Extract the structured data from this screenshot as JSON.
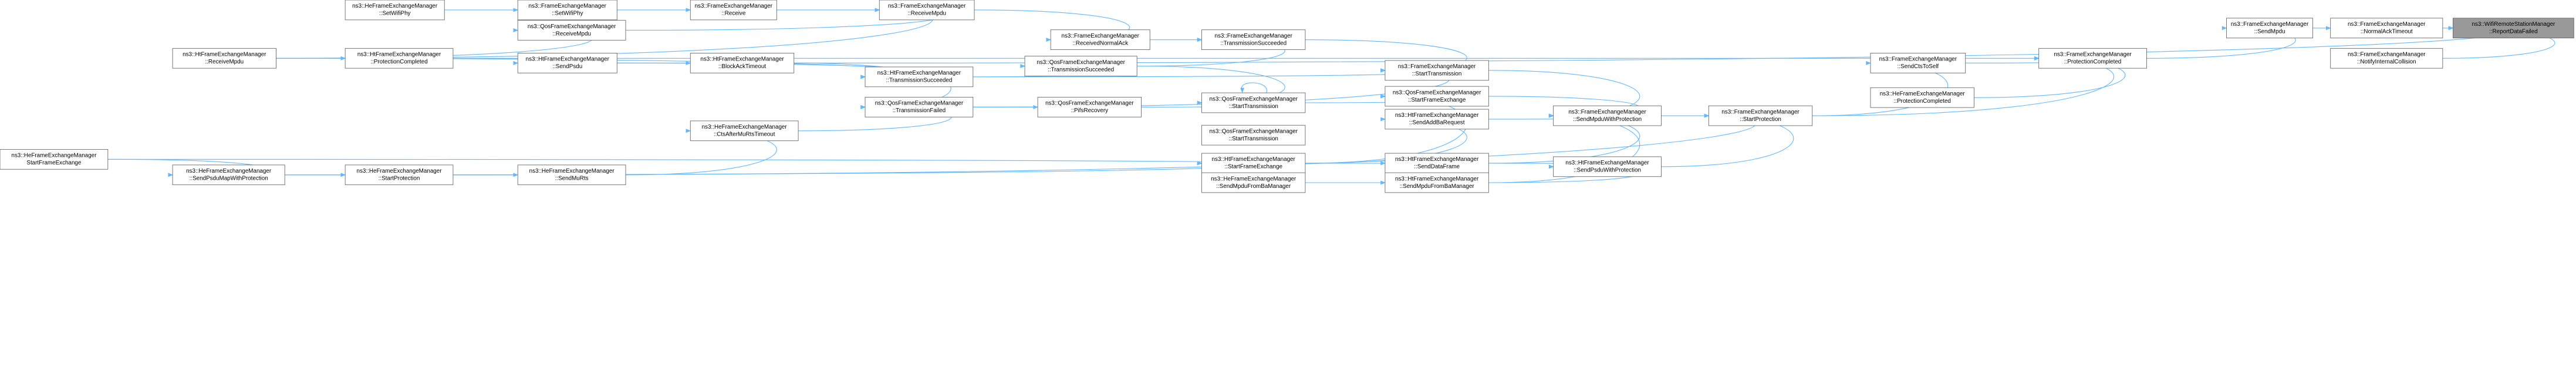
{
  "graph": {
    "title": "ns3::WifiRemoteStationManager::ReportDataFailed",
    "nodes": [
      {
        "id": "report_data_failed",
        "lines": [
          "ns3::WifiRemoteStationManager",
          "::ReportDataFailed"
        ],
        "focus": true
      },
      {
        "id": "fem_normal_ack_timeout",
        "lines": [
          "ns3::FrameExchangeManager",
          "::NormalAckTimeout"
        ]
      },
      {
        "id": "fem_notify_internal_collision",
        "lines": [
          "ns3::FrameExchangeManager",
          "::NotifyInternalCollision"
        ]
      },
      {
        "id": "fem_send_mpdu",
        "lines": [
          "ns3::FrameExchangeManager",
          "::SendMpdu"
        ]
      },
      {
        "id": "fem_protection_completed",
        "lines": [
          "ns3::FrameExchangeManager",
          "::ProtectionCompleted"
        ]
      },
      {
        "id": "fem_send_cts_to_self",
        "lines": [
          "ns3::FrameExchangeManager",
          "::SendCtsToSelf"
        ]
      },
      {
        "id": "hefem_protection_completed",
        "lines": [
          "ns3::HeFrameExchangeManager",
          "::ProtectionCompleted"
        ]
      },
      {
        "id": "fem_start_protection",
        "lines": [
          "ns3::FrameExchangeManager",
          "::StartProtection"
        ]
      },
      {
        "id": "fem_send_mpdu_with_protection",
        "lines": [
          "ns3::FrameExchangeManager",
          "::SendMpduWithProtection"
        ]
      },
      {
        "id": "htfem_send_psdu_with_protection",
        "lines": [
          "ns3::HtFrameExchangeManager",
          "::SendPsduWithProtection"
        ]
      },
      {
        "id": "fem_start_transmission",
        "lines": [
          "ns3::FrameExchangeManager",
          "::StartTransmission"
        ]
      },
      {
        "id": "qfem_start_frame_exchange",
        "lines": [
          "ns3::QosFrameExchangeManager",
          "::StartFrameExchange"
        ]
      },
      {
        "id": "htfem_send_addba_request",
        "lines": [
          "ns3::HtFrameExchangeManager",
          "::SendAddBaRequest"
        ]
      },
      {
        "id": "htfem_send_data_frame",
        "lines": [
          "ns3::HtFrameExchangeManager",
          "::SendDataFrame"
        ]
      },
      {
        "id": "htfem_send_mpdu_from_ba_manager",
        "lines": [
          "ns3::HtFrameExchangeManager",
          "::SendMpduFromBaManager"
        ]
      },
      {
        "id": "fem_transmission_succeeded",
        "lines": [
          "ns3::FrameExchangeManager",
          "::TransmissionSucceeded"
        ]
      },
      {
        "id": "qfem_start_transmission",
        "lines": [
          "ns3::QosFrameExchangeManager",
          "::StartTransmission"
        ]
      },
      {
        "id": "qfem_start_transmission_2",
        "lines": [
          "ns3::QosFrameExchangeManager",
          "::StartTransmission"
        ]
      },
      {
        "id": "htfem_start_frame_exchange",
        "lines": [
          "ns3::HtFrameExchangeManager",
          "::StartFrameExchange"
        ]
      },
      {
        "id": "hefem_send_mpdu_from_ba_manager",
        "lines": [
          "ns3::HeFrameExchangeManager",
          "::SendMpduFromBaManager"
        ]
      },
      {
        "id": "fem_receive_mpdu",
        "lines": [
          "ns3::FrameExchangeManager",
          "::ReceiveMpdu"
        ]
      },
      {
        "id": "fem_received_normal_ack",
        "lines": [
          "ns3::FrameExchangeManager",
          "::ReceivedNormalAck"
        ]
      },
      {
        "id": "qfem_transmission_succeeded",
        "lines": [
          "ns3::QosFrameExchangeManager",
          "::TransmissionSucceeded"
        ]
      },
      {
        "id": "qfem_ifrs_recovery",
        "lines": [
          "ns3::QosFrameExchangeManager",
          "::PifsRecovery"
        ]
      },
      {
        "id": "fem_receive",
        "lines": [
          "ns3::FrameExchangeManager",
          "::Receive"
        ]
      },
      {
        "id": "qfem_receive_mpdu",
        "lines": [
          "ns3::QosFrameExchangeManager",
          "::ReceiveMpdu"
        ]
      },
      {
        "id": "htfem_block_ack_timeout",
        "lines": [
          "ns3::HtFrameExchangeManager",
          "::BlockAckTimeout"
        ]
      },
      {
        "id": "htfem_transmission_succeeded",
        "lines": [
          "ns3::HtFrameExchangeManager",
          "::TransmissionSucceeded"
        ]
      },
      {
        "id": "qfem_transmission_failed",
        "lines": [
          "ns3::QosFrameExchangeManager",
          "::TransmissionFailed"
        ]
      },
      {
        "id": "hefem_cts_after_mu_rts_timeout",
        "lines": [
          "ns3::HeFrameExchangeManager",
          "::CtsAfterMuRtsTimeout"
        ]
      },
      {
        "id": "hefem_send_mu_rts",
        "lines": [
          "ns3::HeFrameExchangeManager",
          "::SendMuRts"
        ]
      },
      {
        "id": "fem_set_wifi_phy",
        "lines": [
          "ns3::FrameExchangeManager",
          "::SetWifiPhy"
        ]
      },
      {
        "id": "htfem_send_psdu",
        "lines": [
          "ns3::HtFrameExchangeManager",
          "::SendPsdu"
        ]
      },
      {
        "id": "hefem_set_wifi_phy",
        "lines": [
          "ns3::HeFrameExchangeManager",
          "::SetWifiPhy"
        ]
      },
      {
        "id": "htfem_protection_completed",
        "lines": [
          "ns3::HtFrameExchangeManager",
          "::ProtectionCompleted"
        ]
      },
      {
        "id": "hefem_start_protection",
        "lines": [
          "ns3::HeFrameExchangeManager",
          "::StartProtection"
        ]
      },
      {
        "id": "htfem_receive_mpdu",
        "lines": [
          "ns3::HtFrameExchangeManager",
          "::ReceiveMpdu"
        ]
      },
      {
        "id": "hefem_send_psdu_map_with_protection",
        "lines": [
          "ns3::HeFrameExchangeManager",
          "::SendPsduMapWithProtection"
        ]
      },
      {
        "id": "hefem_start_frame_exchange",
        "lines": [
          "ns3::HeFrameExchangeManager",
          "StartFrameExchange"
        ]
      }
    ],
    "edges": [
      {
        "from": "fem_normal_ack_timeout",
        "to": "report_data_failed"
      },
      {
        "from": "fem_notify_internal_collision",
        "to": "report_data_failed"
      },
      {
        "from": "fem_send_mpdu",
        "to": "fem_normal_ack_timeout"
      },
      {
        "from": "fem_protection_completed",
        "to": "fem_send_mpdu"
      },
      {
        "from": "fem_send_cts_to_self",
        "to": "fem_protection_completed"
      },
      {
        "from": "hefem_protection_completed",
        "to": "fem_protection_completed"
      },
      {
        "from": "fem_start_protection",
        "to": "fem_protection_completed"
      },
      {
        "from": "fem_start_protection",
        "to": "fem_send_cts_to_self"
      },
      {
        "from": "fem_send_mpdu_with_protection",
        "to": "fem_start_protection"
      },
      {
        "from": "htfem_send_psdu_with_protection",
        "to": "fem_start_protection"
      },
      {
        "from": "fem_start_transmission",
        "to": "fem_send_mpdu_with_protection"
      },
      {
        "from": "qfem_start_frame_exchange",
        "to": "fem_send_mpdu_with_protection"
      },
      {
        "from": "htfem_send_addba_request",
        "to": "fem_send_mpdu_with_protection"
      },
      {
        "from": "htfem_send_data_frame",
        "to": "fem_send_mpdu_with_protection"
      },
      {
        "from": "htfem_send_data_frame",
        "to": "htfem_send_psdu_with_protection"
      },
      {
        "from": "htfem_send_mpdu_from_ba_manager",
        "to": "fem_send_mpdu_with_protection"
      },
      {
        "from": "htfem_send_mpdu_from_ba_manager",
        "to": "htfem_send_psdu_with_protection"
      },
      {
        "from": "fem_transmission_succeeded",
        "to": "fem_start_transmission"
      },
      {
        "from": "qfem_start_transmission",
        "to": "qfem_start_frame_exchange"
      },
      {
        "from": "qfem_start_transmission",
        "to": "qfem_start_transmission"
      },
      {
        "from": "htfem_start_frame_exchange",
        "to": "htfem_send_addba_request"
      },
      {
        "from": "htfem_start_frame_exchange",
        "to": "htfem_send_data_frame"
      },
      {
        "from": "htfem_start_frame_exchange",
        "to": "qfem_start_frame_exchange"
      },
      {
        "from": "hefem_send_mpdu_from_ba_manager",
        "to": "htfem_send_mpdu_from_ba_manager"
      },
      {
        "from": "fem_receive_mpdu",
        "to": "fem_received_normal_ack"
      },
      {
        "from": "fem_received_normal_ack",
        "to": "fem_transmission_succeeded"
      },
      {
        "from": "qfem_transmission_succeeded",
        "to": "fem_transmission_succeeded"
      },
      {
        "from": "qfem_transmission_succeeded",
        "to": "qfem_start_transmission"
      },
      {
        "from": "qfem_ifrs_recovery",
        "to": "qfem_start_transmission"
      },
      {
        "from": "fem_receive",
        "to": "fem_receive_mpdu"
      },
      {
        "from": "qfem_receive_mpdu",
        "to": "fem_receive_mpdu"
      },
      {
        "from": "htfem_block_ack_timeout",
        "to": "report_data_failed"
      },
      {
        "from": "htfem_transmission_succeeded",
        "to": "qfem_transmission_succeeded"
      },
      {
        "from": "htfem_transmission_succeeded",
        "to": "fem_start_transmission"
      },
      {
        "from": "qfem_transmission_failed",
        "to": "qfem_ifrs_recovery"
      },
      {
        "from": "qfem_transmission_failed",
        "to": "fem_start_transmission"
      },
      {
        "from": "hefem_cts_after_mu_rts_timeout",
        "to": "qfem_transmission_failed"
      },
      {
        "from": "htfem_block_ack_timeout",
        "to": "qfem_transmission_failed"
      },
      {
        "from": "hefem_send_mu_rts",
        "to": "hefem_cts_after_mu_rts_timeout"
      },
      {
        "from": "fem_set_wifi_phy",
        "to": "fem_receive"
      },
      {
        "from": "htfem_send_psdu",
        "to": "htfem_block_ack_timeout"
      },
      {
        "from": "htfem_send_psdu",
        "to": "htfem_transmission_succeeded"
      },
      {
        "from": "hefem_set_wifi_phy",
        "to": "fem_set_wifi_phy"
      },
      {
        "from": "htfem_protection_completed",
        "to": "htfem_send_psdu"
      },
      {
        "from": "htfem_protection_completed",
        "to": "fem_protection_completed"
      },
      {
        "from": "hefem_start_protection",
        "to": "hefem_send_mu_rts"
      },
      {
        "from": "hefem_start_protection",
        "to": "fem_start_protection"
      },
      {
        "from": "htfem_receive_mpdu",
        "to": "qfem_receive_mpdu"
      },
      {
        "from": "htfem_receive_mpdu",
        "to": "htfem_transmission_succeeded"
      },
      {
        "from": "htfem_receive_mpdu",
        "to": "fem_receive_mpdu"
      },
      {
        "from": "htfem_receive_mpdu",
        "to": "htfem_protection_completed"
      },
      {
        "from": "hefem_send_psdu_map_with_protection",
        "to": "hefem_start_protection"
      },
      {
        "from": "hefem_send_psdu_map_with_protection",
        "to": "htfem_start_frame_exchange"
      },
      {
        "from": "hefem_start_frame_exchange",
        "to": "hefem_send_psdu_map_with_protection"
      },
      {
        "from": "hefem_start_frame_exchange",
        "to": "htfem_start_frame_exchange"
      }
    ]
  }
}
